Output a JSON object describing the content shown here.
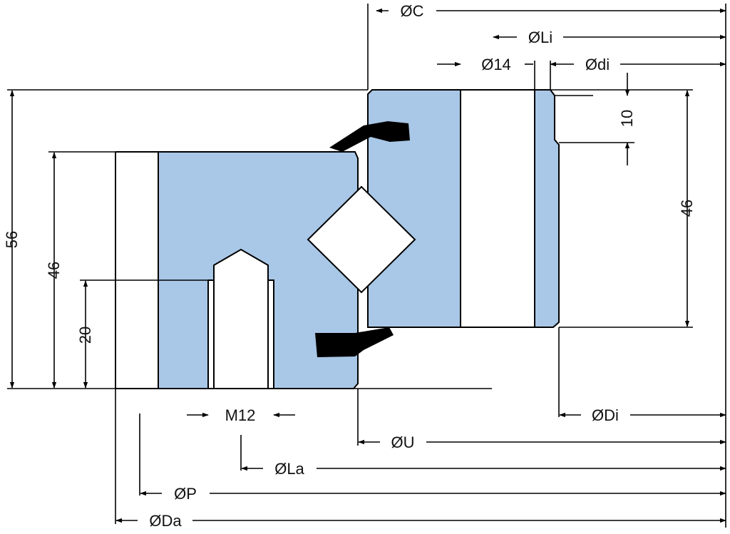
{
  "labels": {
    "od_c": "ØC",
    "od_li": "ØLi",
    "od_14": "Ø14",
    "od_di": "Ødi",
    "height_10": "10",
    "height_46_right": "46",
    "height_56": "56",
    "height_46_left": "46",
    "height_20": "20",
    "thread_m12": "M12",
    "od_Di": "ØDi",
    "od_u": "ØU",
    "od_la": "ØLa",
    "od_p": "ØP",
    "od_da": "ØDa"
  },
  "colors": {
    "ring_fill": "#a9c7e7",
    "line": "#000000",
    "background": "#ffffff"
  }
}
